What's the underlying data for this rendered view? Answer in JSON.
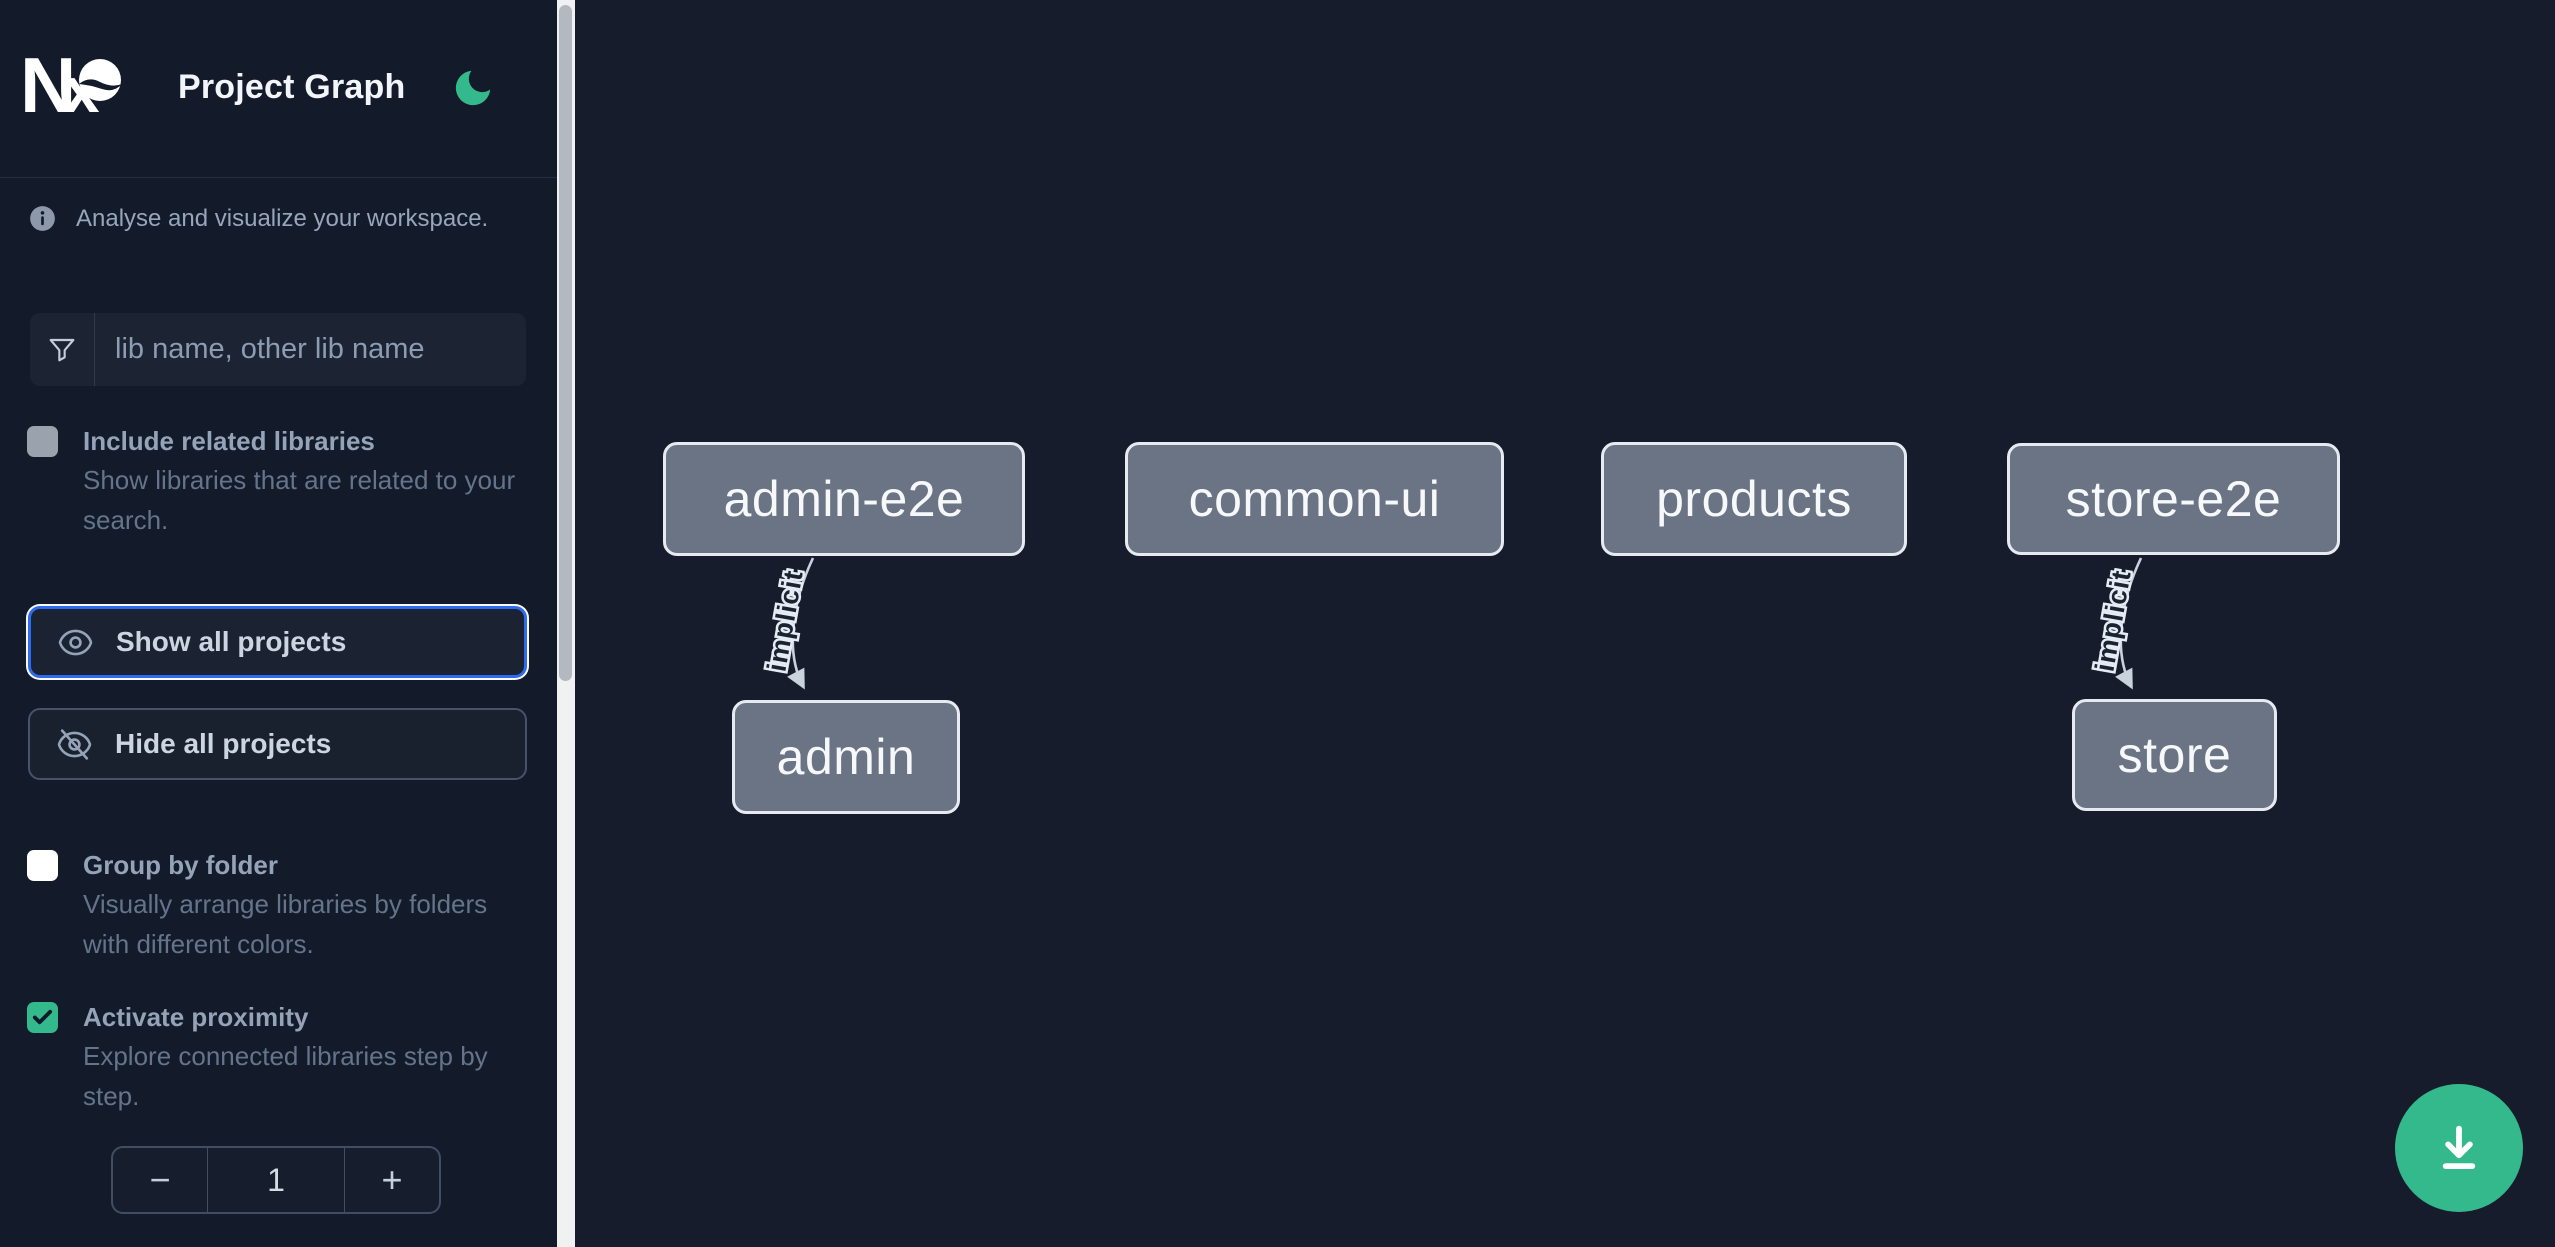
{
  "header": {
    "logo_text": "Nx",
    "title": "Project Graph",
    "theme_toggle_icon": "moon-icon"
  },
  "sidebar": {
    "tagline": "Analyse and visualize your workspace.",
    "search": {
      "icon": "funnel-icon",
      "placeholder": "lib name, other lib name",
      "value": ""
    },
    "options": [
      {
        "label": "Include related libraries",
        "description": "Show libraries that are related to your search.",
        "checked": false,
        "checkbox_style": "gray"
      },
      {
        "label": "Group by folder",
        "description": "Visually arrange libraries by folders with different colors.",
        "checked": false,
        "checkbox_style": "white"
      },
      {
        "label": "Activate proximity",
        "description": "Explore connected libraries step by step.",
        "checked": true,
        "checkbox_style": "teal"
      }
    ],
    "buttons": {
      "show_all": "Show all projects",
      "hide_all": "Hide all projects"
    },
    "stepper": {
      "decrement": "−",
      "value": "1",
      "increment": "+"
    }
  },
  "graph": {
    "nodes": [
      {
        "label": "admin-e2e"
      },
      {
        "label": "common-ui"
      },
      {
        "label": "products"
      },
      {
        "label": "store-e2e"
      },
      {
        "label": "admin"
      },
      {
        "label": "store"
      }
    ],
    "edges": [
      {
        "from": "admin-e2e",
        "to": "admin",
        "label": "implicit"
      },
      {
        "from": "store-e2e",
        "to": "store",
        "label": "implicit"
      }
    ]
  },
  "fab": {
    "icon": "download-icon"
  },
  "colors": {
    "sidebar_bg": "#131a29",
    "canvas_bg": "#161c2c",
    "accent_teal": "#34b98c",
    "focus_blue": "#2f6bef",
    "node_fill": "#6b7485",
    "node_border": "#e7ebf1",
    "edge_gray": "#c9d2dd",
    "text_primary": "#f2f5f9",
    "text_muted": "#64748b"
  }
}
